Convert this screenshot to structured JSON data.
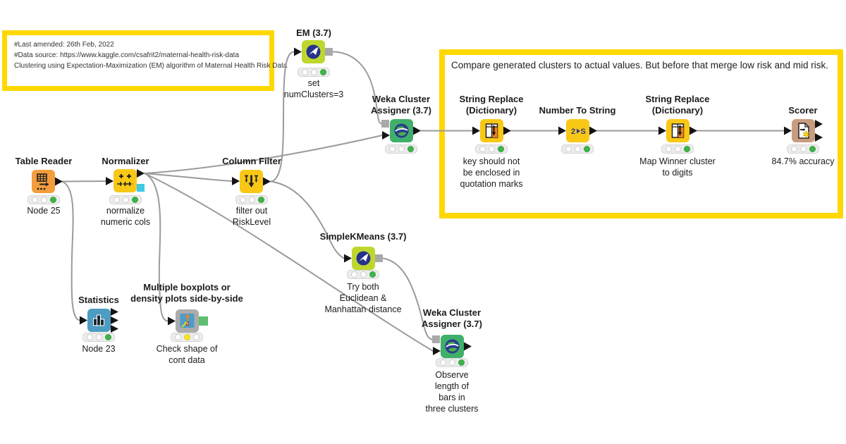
{
  "app": {
    "name": "KNIME workflow editor canvas"
  },
  "annotations": [
    {
      "id": "workflow-notes",
      "border_color": "#FFD800",
      "lines": [
        "#Last amended: 26th Feb, 2022",
        "#Data source: https://www.kaggle.com/csafrit2/maternal-health-risk-data",
        "Clustering using Expectation-Maximization (EM) algorithm of Maternal Health Risk Data"
      ]
    },
    {
      "id": "compare-note",
      "border_color": "#FFD800",
      "text": "Compare generated clusters to actual values. But before that merge low risk and mid risk."
    }
  ],
  "nodes": {
    "table_reader": {
      "title": "Table Reader",
      "caption": "Node 25",
      "status": "green",
      "icon": "table-reader-icon",
      "color": "#F49D3C"
    },
    "normalizer": {
      "title": "Normalizer",
      "caption": "normalize\nnumeric cols",
      "status": "green",
      "icon": "normalizer-icon",
      "color": "#F9C716"
    },
    "column_filter": {
      "title": "Column Filter",
      "caption": "filter out\nRiskLevel",
      "status": "green",
      "icon": "column-filter-icon",
      "color": "#F9C716"
    },
    "em": {
      "title": "EM (3.7)",
      "caption": "set\nnumClusters=3",
      "status": "green",
      "icon": "weka-bird-icon",
      "color": "#BFD62F"
    },
    "weka_assigner_top": {
      "title": "Weka Cluster\nAssigner (3.7)",
      "caption": "",
      "status": "green",
      "icon": "globe-icon",
      "color": "#3FAF6A"
    },
    "string_replace_1": {
      "title": "String Replace\n(Dictionary)",
      "caption": "key should not\nbe enclosed in\nquotation marks",
      "status": "green",
      "icon": "dictionary-replace-icon",
      "color": "#F9C716"
    },
    "number_to_string": {
      "title": "Number To String",
      "caption": "",
      "status": "green",
      "icon": "number-to-string-icon",
      "color": "#F9C716"
    },
    "string_replace_2": {
      "title": "String Replace\n(Dictionary)",
      "caption": "Map Winner cluster\nto digits",
      "status": "green",
      "icon": "dictionary-replace-icon",
      "color": "#F9C716"
    },
    "scorer": {
      "title": "Scorer",
      "caption": "84.7% accuracy",
      "status": "green",
      "icon": "scorer-document-icon",
      "color": "#C99C80"
    },
    "simple_kmeans": {
      "title": "SimpleKMeans (3.7)",
      "caption": "Try both\nEuclidean &\nManhattan distance",
      "status": "green",
      "icon": "weka-bird-icon",
      "color": "#BFD62F"
    },
    "weka_assigner_bottom": {
      "title": "Weka Cluster\nAssigner (3.7)",
      "caption": "Observe\nlength of\nbars in\nthree clusters",
      "status": "green",
      "icon": "globe-icon",
      "color": "#3FAF6A"
    },
    "statistics": {
      "title": "Statistics",
      "caption": "Node 23",
      "status": "green",
      "icon": "histogram-icon",
      "color": "#4D9CC2"
    },
    "boxplots": {
      "title": "Multiple boxplots or\ndensity plots side-by-side",
      "caption": "Check shape of\ncont data",
      "status": "yellow",
      "icon": "boxplot-component-icon",
      "color": "#ACACAC"
    }
  },
  "connections": [
    {
      "from": "table_reader",
      "to": "normalizer"
    },
    {
      "from": "table_reader",
      "to": "statistics"
    },
    {
      "from": "normalizer",
      "to": "column_filter"
    },
    {
      "from": "normalizer",
      "to": "weka_assigner_top"
    },
    {
      "from": "normalizer",
      "to": "boxplots"
    },
    {
      "from": "normalizer",
      "to": "weka_assigner_bottom"
    },
    {
      "from": "column_filter",
      "to": "em"
    },
    {
      "from": "column_filter",
      "to": "simple_kmeans"
    },
    {
      "from": "em",
      "to": "weka_assigner_top"
    },
    {
      "from": "simple_kmeans",
      "to": "weka_assigner_bottom"
    },
    {
      "from": "weka_assigner_top",
      "to": "string_replace_1"
    },
    {
      "from": "string_replace_1",
      "to": "number_to_string"
    },
    {
      "from": "number_to_string",
      "to": "string_replace_2"
    },
    {
      "from": "string_replace_2",
      "to": "scorer"
    }
  ],
  "colors": {
    "annotation_border": "#FFD800",
    "edge": "#9B9B9B",
    "status_green": "#3EB44A",
    "status_yellow": "#F5E625",
    "model_port": "#A9A9A9",
    "normalizer_model_port": "#3EC9E6",
    "component_port": "#5CBE6E"
  }
}
